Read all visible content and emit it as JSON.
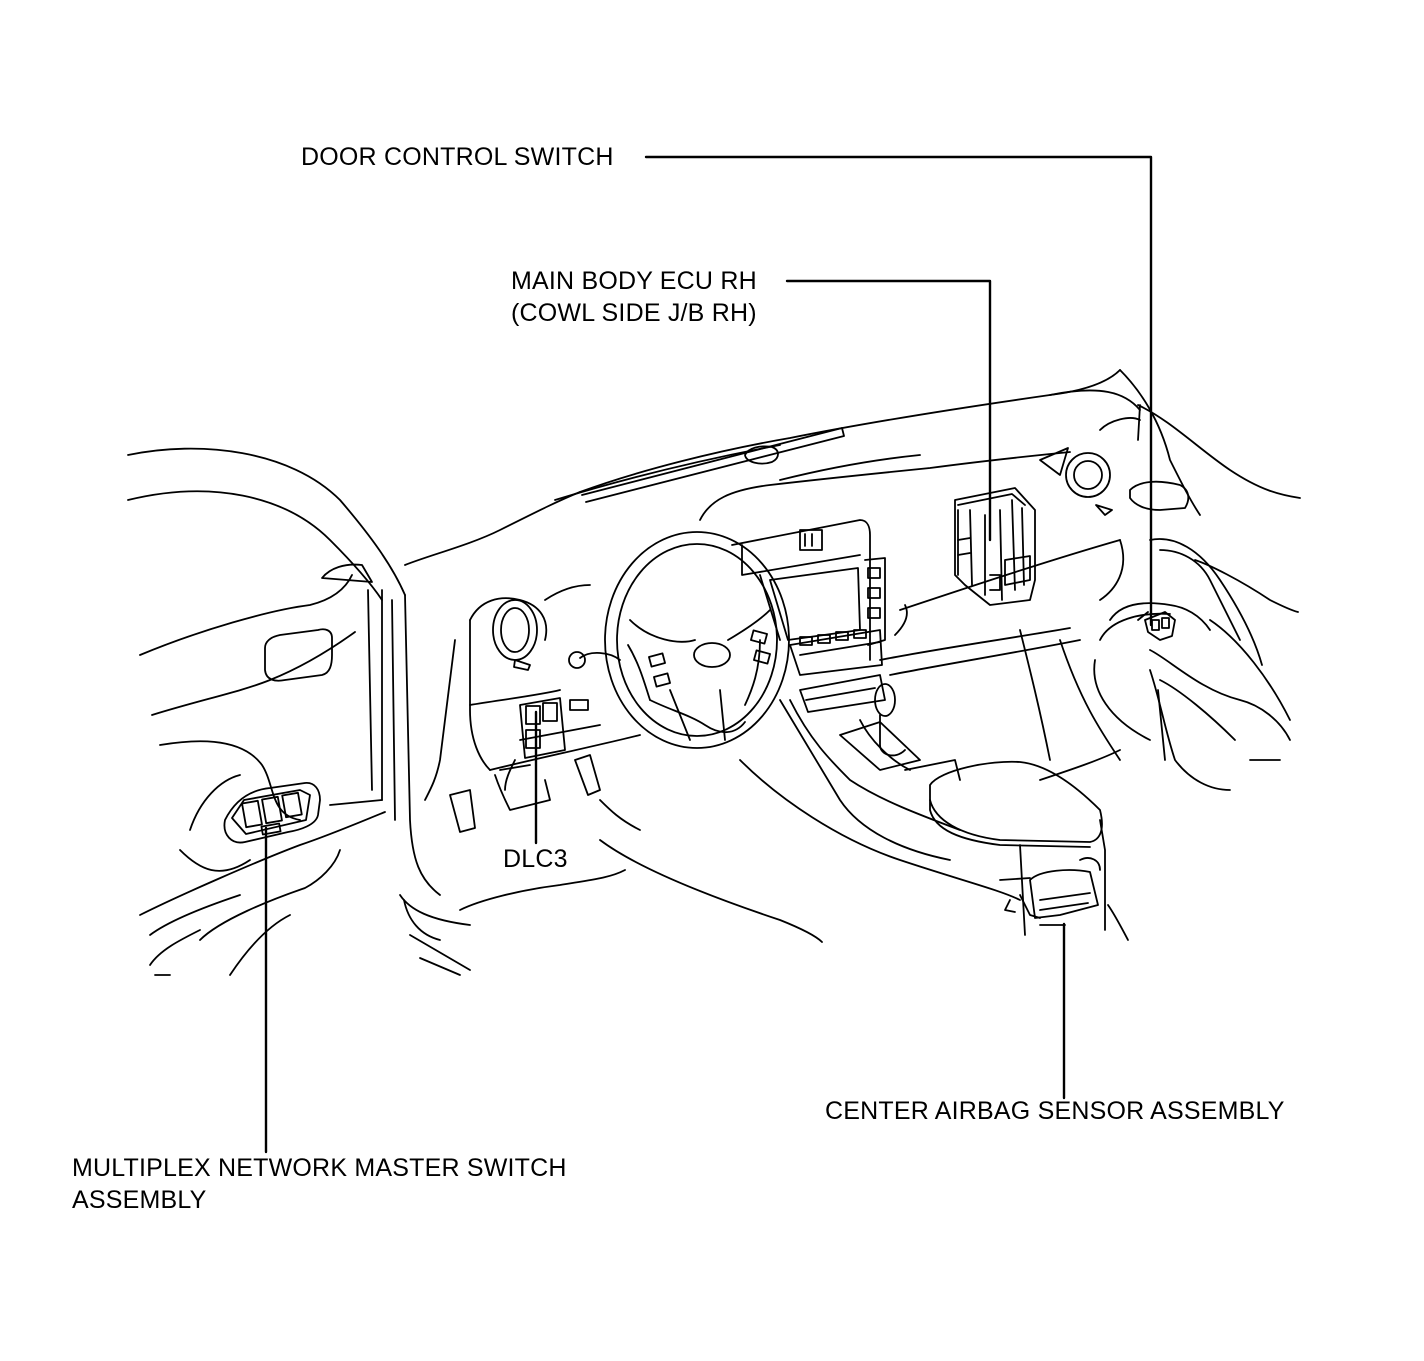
{
  "diagram": {
    "labels": {
      "door_control_switch": "DOOR CONTROL SWITCH",
      "main_body_ecu_line1": "MAIN BODY ECU RH",
      "main_body_ecu_line2": "(COWL SIDE J/B RH)",
      "dlc3": "DLC3",
      "center_airbag_sensor": "CENTER AIRBAG SENSOR ASSEMBLY",
      "multiplex_line1": "MULTIPLEX NETWORK MASTER SWITCH",
      "multiplex_line2": "ASSEMBLY"
    },
    "colors": {
      "ink": "#000000",
      "background": "#ffffff"
    }
  }
}
